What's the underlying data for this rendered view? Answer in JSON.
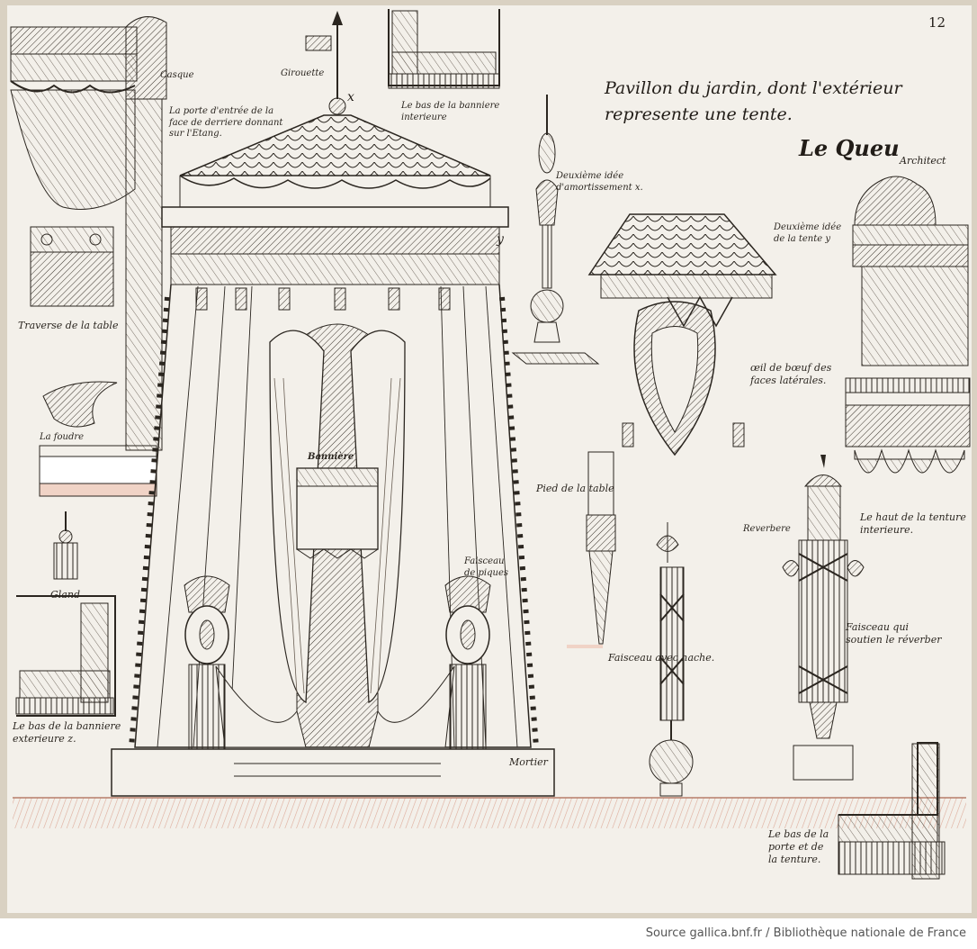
{
  "page_number": "12",
  "title_lines": [
    "Pavillon du jardin, dont l'extérieur",
    "represente une tente."
  ],
  "signature": "Le Queu",
  "signature_title": "Architect",
  "labels": {
    "casque": "Casque",
    "girouette": "Girouette",
    "porte_entree": [
      "La porte d'entrée de la",
      "face de derriere donnant",
      "sur l'Etang."
    ],
    "bas_banniere_interieure": [
      "Le bas de la banniere",
      "interieure"
    ],
    "deuxieme_idee_amortissement": [
      "Deuxième idée",
      "d'amortissement x."
    ],
    "deuxieme_idee_tente": [
      "Deuxième idée",
      "de la tente y"
    ],
    "traverse_table": "Traverse de la table",
    "foudre": "La foudre",
    "gland": "Gland",
    "bas_banniere_exterieure": [
      "Le bas de la banniere",
      "exterieure z."
    ],
    "banniere": "Bannière",
    "faisceau_piques": [
      "Faisceau",
      "de piques"
    ],
    "mortier": "Mortier",
    "oeil_de_boeuf": [
      "œil de bœuf des",
      "faces latérales."
    ],
    "pied_table": "Pied de la table",
    "reverbere": "Reverbere",
    "haut_tenture": [
      "Le haut de la tenture",
      "interieure."
    ],
    "faisceau_hache": "Faisceau avec hache.",
    "faisceau_reverber": [
      "Faisceau qui",
      "soutien le réverber"
    ],
    "bas_porte_tenture": [
      "Le bas de la",
      "porte et de",
      "la tenture."
    ]
  },
  "marks": {
    "x": "x",
    "y": "y"
  },
  "source_caption": {
    "source": "Source gallica.bnf.fr",
    "separator": " / ",
    "library": "Bibliothèque nationale de France"
  },
  "colors": {
    "paper": "#f3f0ea",
    "ink": "#2b2620",
    "wash": "#e9c7b8",
    "frame": "#d9d1c2"
  }
}
